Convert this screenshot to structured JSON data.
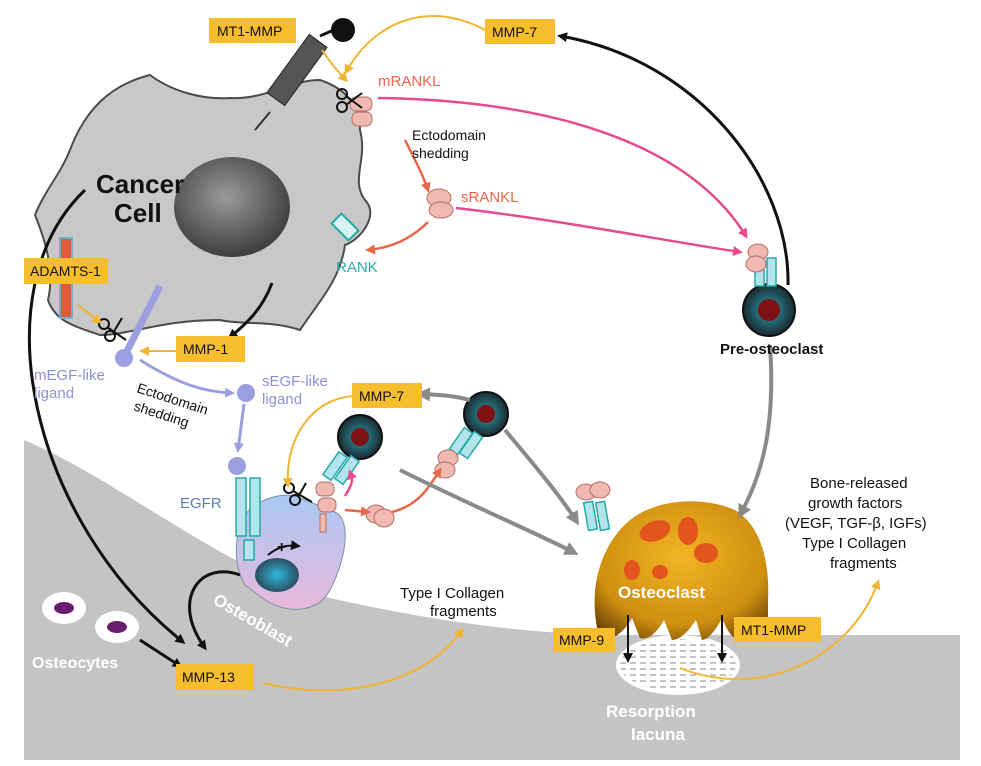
{
  "labels": {
    "cancer_cell_line1": "Cancer",
    "cancer_cell_line2": "Cell",
    "mt1mmp_top": "MT1-MMP",
    "mmp7_top": "MMP-7",
    "mrankl": "mRANKL",
    "ectodomain_shedding_top_1": "Ectodomain",
    "ectodomain_shedding_top_2": "shedding",
    "srankl": "sRANKL",
    "rank": "RANK",
    "adamts1": "ADAMTS-1",
    "mmp1": "MMP-1",
    "megf_1": "mEGF-like",
    "megf_2": "ligand",
    "ectodomain_shedding_mid_1": "Ectodomain",
    "ectodomain_shedding_mid_2": "shedding",
    "segf_1": "sEGF-like",
    "segf_2": "ligand",
    "mmp7_mid": "MMP-7",
    "preosteoclast": "Pre-osteoclast",
    "egfr": "EGFR",
    "osteoblast": "Osteoblast",
    "osteocytes": "Osteocytes",
    "mmp13": "MMP-13",
    "collagen_mid_1": "Type I Collagen",
    "collagen_mid_2": "fragments",
    "osteoclast": "Osteoclast",
    "mmp9": "MMP-9",
    "mt1mmp_bottom": "MT1-MMP",
    "resorption_1": "Resorption",
    "resorption_2": "lacuna",
    "bone_released_1": "Bone-released",
    "bone_released_2": "growth factors",
    "bone_released_3": "(VEGF, TGF-β, IGFs)",
    "bone_released_4": "Type I Collagen",
    "bone_released_5": "fragments",
    "plus_sign": "+"
  },
  "colors": {
    "cell_gray": "#c8c8c8",
    "bone_gray": "#c4c4c4",
    "mmp_box": "#f6bd2c",
    "rankl_salmon": "#e8664a",
    "rankl_magenta": "#e64b8c",
    "egf_lavender": "#9b9fe0",
    "rank_teal": "#27a9a8",
    "osteoclast_gold": "#c98d0d"
  }
}
